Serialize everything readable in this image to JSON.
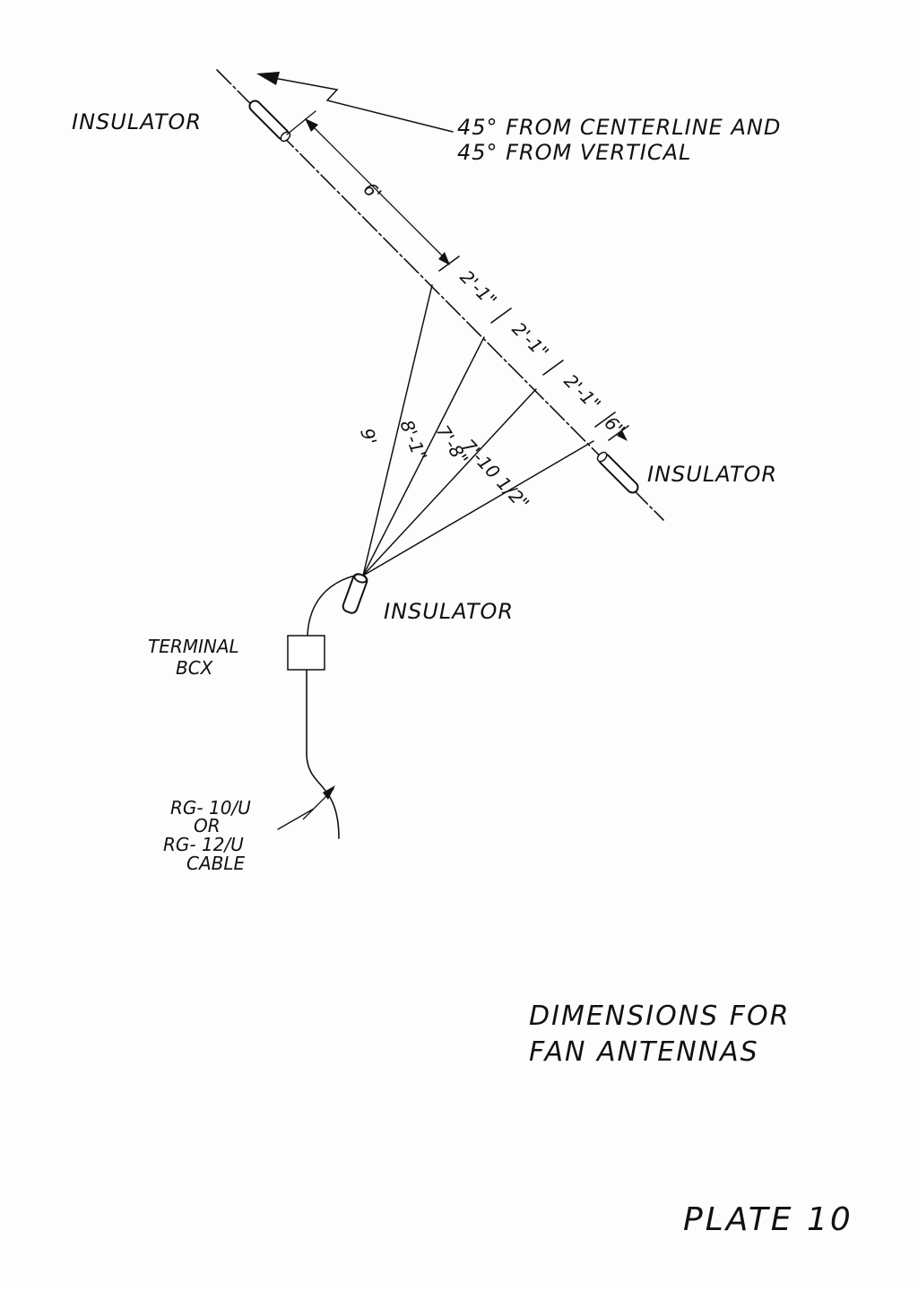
{
  "labels": {
    "insulator_top": "INSULATOR",
    "insulator_right": "INSULATOR",
    "insulator_feed": "INSULATOR",
    "note_line1": "45° FROM CENTERLINE AND",
    "note_line2": "45° FROM VERTICAL",
    "terminal_line1": "TERMINAL",
    "terminal_line2": "BCX",
    "cable_line1": "RG- 10/U",
    "cable_line2": "OR",
    "cable_line3": "RG- 12/U",
    "cable_line4": "CABLE"
  },
  "dimensions": {
    "top_span": "6'",
    "spacing_1": "2'-1\"",
    "spacing_2": "2'-1\"",
    "spacing_3": "2'-1\"",
    "end_gap": "6\"",
    "wire_1": "9'",
    "wire_2": "8'-1\"",
    "wire_3": "7'-8\"",
    "wire_4": "7'-10 1/2\""
  },
  "caption": {
    "line1": "DIMENSIONS FOR",
    "line2": "FAN ANTENNAS"
  },
  "plate": "PLATE 10",
  "colors": {
    "ink": "#111111",
    "paper": "#fdfdfc"
  }
}
